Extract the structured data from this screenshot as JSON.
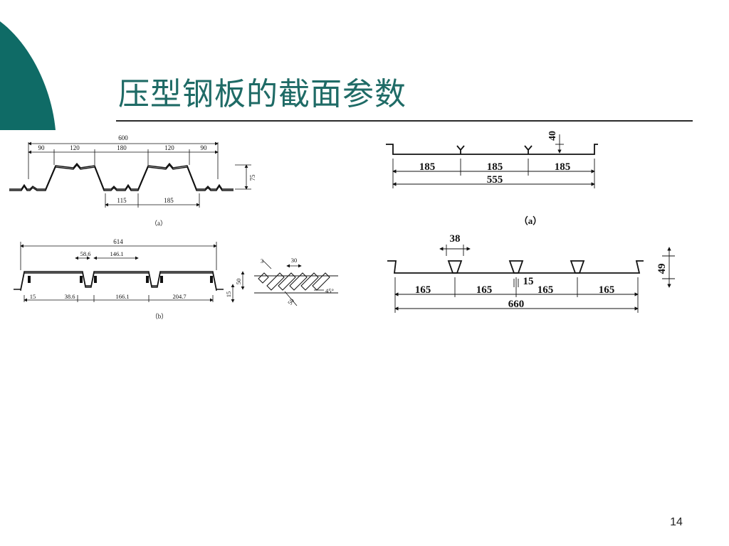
{
  "slide": {
    "title": "压型钢板的截面参数",
    "page_number": "14",
    "accent_color": "#0f6b66"
  },
  "figures": {
    "top_left": {
      "dims": [
        "600",
        "90",
        "120",
        "180",
        "120",
        "90",
        "75",
        "115",
        "185"
      ],
      "caption": "（a）"
    },
    "bottom_left": {
      "dims": [
        "614",
        "58.6",
        "146.1",
        "15",
        "38.6",
        "166.1",
        "204.7",
        "15",
        "50"
      ],
      "caption": "（b）"
    },
    "bottom_detail": {
      "dims": [
        "3",
        "30",
        "50",
        "45°"
      ]
    },
    "top_right": {
      "dims": [
        "40",
        "185",
        "185",
        "185",
        "555"
      ],
      "caption": "（a）"
    },
    "bottom_right": {
      "dims": [
        "38",
        "15",
        "49",
        "165",
        "165",
        "165",
        "165",
        "660"
      ]
    }
  }
}
